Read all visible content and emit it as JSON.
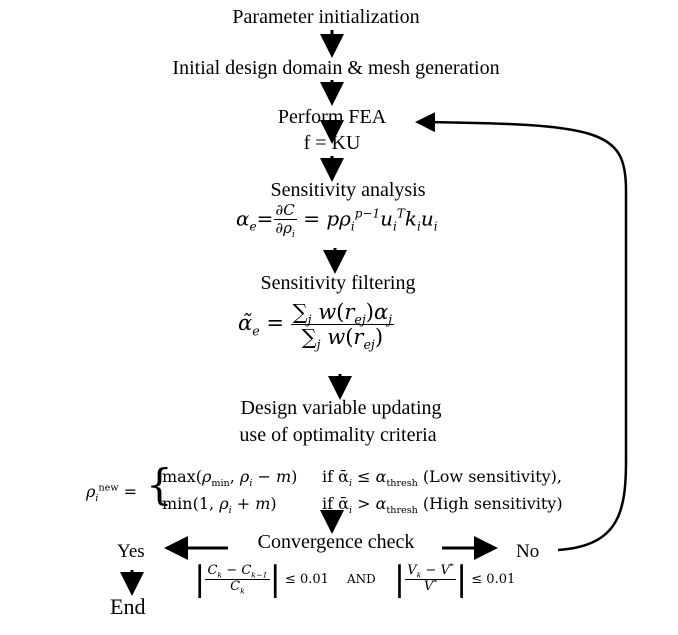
{
  "steps": {
    "param_init": "Parameter initialization",
    "domain_mesh": "Initial design domain & mesh generation",
    "perform_fea": "Perform FEA",
    "fea_eq": "f = KU",
    "sensitivity": "Sensitivity analysis",
    "filtering": "Sensitivity filtering",
    "design_update_1": "Design variable updating",
    "design_update_2": "use of optimality criteria",
    "convergence": "Convergence check"
  },
  "branches": {
    "yes": "Yes",
    "no": "No",
    "end": "End"
  },
  "update_rule": {
    "case1_cond": "if ᾱ",
    "case1_note": "(Low sensitivity),",
    "case2_cond": "if ᾱ",
    "case2_note": "(High sensitivity)"
  },
  "convergence_criteria": {
    "tolerance": "≤ 0.01",
    "joiner": "AND"
  }
}
